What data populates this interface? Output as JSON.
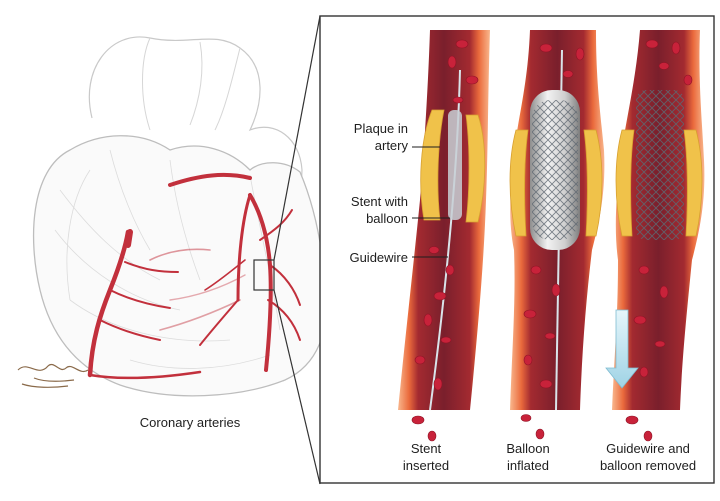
{
  "heart": {
    "caption": "Coronary arteries"
  },
  "callouts": {
    "plaque": "Plaque in artery",
    "stent": "Stent with balloon",
    "guidewire": "Guidewire"
  },
  "stages": [
    {
      "label": "Stent inserted"
    },
    {
      "label": "Balloon inflated"
    },
    {
      "label": "Guidewire and balloon removed"
    }
  ],
  "colors": {
    "artery_wall": "#e8613a",
    "artery_outer": "#f6a97e",
    "lumen": "#7a1f2c",
    "blood_cell": "#c8223a",
    "plaque": "#f0c24a",
    "coronary_vessel": "#c2303c",
    "frame": "#333333",
    "arrow": "#bfe3ee"
  }
}
